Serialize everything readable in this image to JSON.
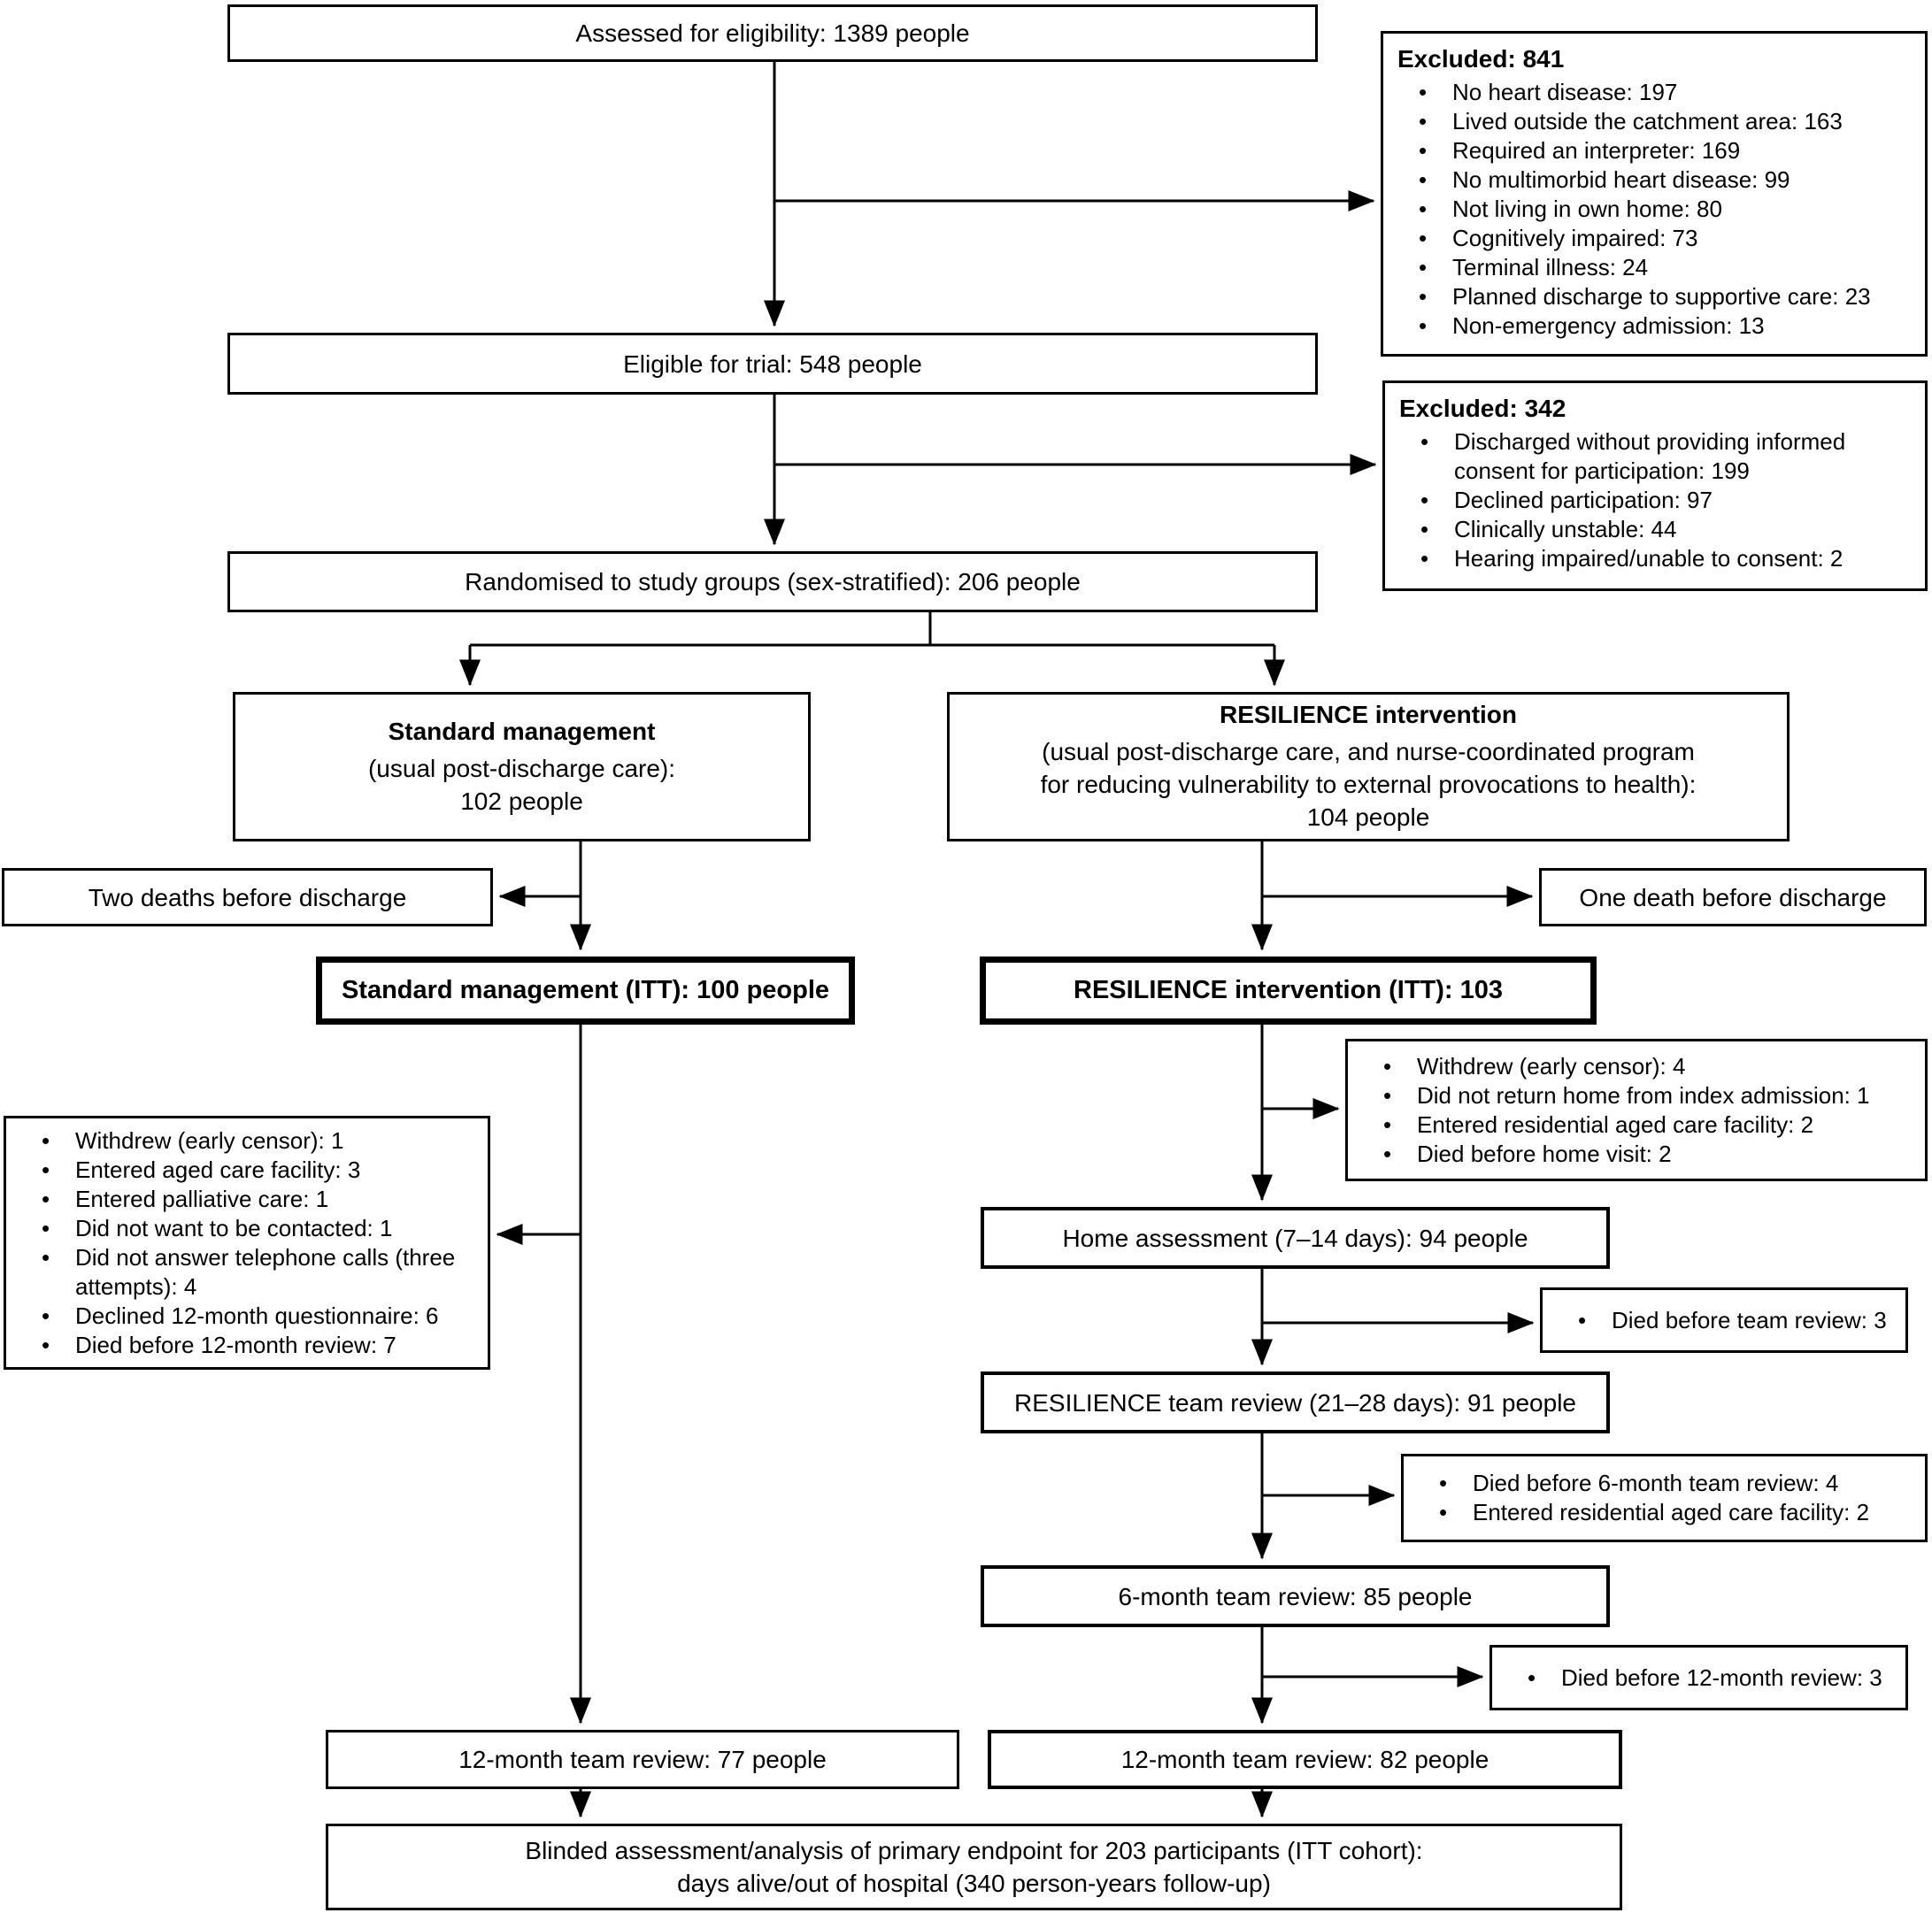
{
  "flow": {
    "assessed": "Assessed for eligibility: 1389 people",
    "excluded_initial": {
      "title": "Excluded: 841",
      "items": [
        "No heart disease: 197",
        "Lived outside the catchment area: 163",
        "Required an interpreter: 169",
        "No multimorbid heart disease: 99",
        "Not living in own home: 80",
        "Cognitively impaired: 73",
        "Terminal illness: 24",
        "Planned discharge to supportive care: 23",
        "Non-emergency admission: 13"
      ]
    },
    "eligible": "Eligible for trial: 548 people",
    "excluded_consent": {
      "title": "Excluded: 342",
      "items": [
        "Discharged without providing informed consent for participation: 199",
        "Declined participation: 97",
        "Clinically unstable: 44",
        "Hearing impaired/unable to consent: 2"
      ]
    },
    "randomised": "Randomised to study groups (sex-stratified): 206 people",
    "standard_group": {
      "title": "Standard management",
      "line1": "(usual post-discharge care):",
      "line2": "102 people"
    },
    "resilience_group": {
      "title": "RESILIENCE intervention",
      "line1": "(usual post-discharge care, and nurse-coordinated program",
      "line2": "for reducing vulnerability to external provocations to health):",
      "line3": "104 people"
    },
    "standard_predischarge_deaths": "Two deaths before discharge",
    "resilience_predischarge_deaths": "One death before discharge",
    "standard_itt": "Standard management (ITT): 100 people",
    "resilience_itt": "RESILIENCE intervention (ITT): 103",
    "resilience_early_losses": {
      "items": [
        "Withdrew (early censor): 4",
        "Did not return home from index admission: 1",
        "Entered residential aged care facility: 2",
        "Died before home visit: 2"
      ]
    },
    "standard_losses": {
      "items": [
        "Withdrew (early censor): 1",
        "Entered aged care facility: 3",
        "Entered palliative care: 1",
        "Did not want to be contacted: 1",
        "Did not answer telephone calls (three attempts): 4",
        "Declined 12-month questionnaire: 6",
        "Died before 12-month review: 7"
      ]
    },
    "home_assessment": "Home assessment (7–14 days): 94 people",
    "died_before_team_review": "Died before team review: 3",
    "team_review": "RESILIENCE team review (21–28 days): 91 people",
    "losses_before_6month": {
      "items": [
        "Died before 6-month team review: 4",
        "Entered residential aged care facility: 2"
      ]
    },
    "six_month_review": "6-month team review: 85 people",
    "died_before_12month": "Died before 12-month review: 3",
    "standard_12month": "12-month team review: 77 people",
    "resilience_12month": "12-month team review: 82 people",
    "blinded_line1": "Blinded assessment/analysis of primary endpoint for 203 participants (ITT cohort):",
    "blinded_line2": "days alive/out of hospital (340 person-years follow-up)"
  }
}
